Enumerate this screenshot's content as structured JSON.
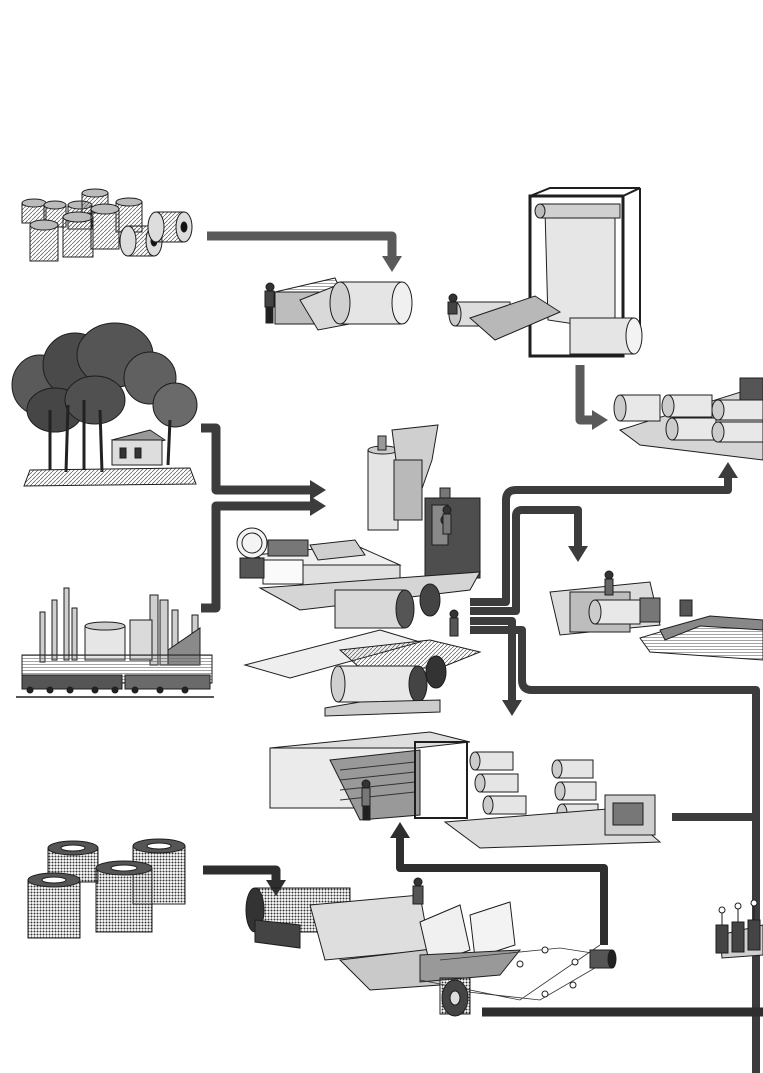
{
  "diagram": {
    "kind": "industrial process flow illustration (tire manufacturing)",
    "palette": {
      "background": "#ffffff",
      "arrow": "#5a5a5a",
      "arrow_dark": "#333333",
      "ink": "#1e1e1e",
      "fill_light": "#d9d9d9",
      "fill_mid": "#a9a9a9",
      "fill_dark": "#6a6a6a",
      "foliage": "#4f4f4f"
    },
    "nodes": [
      {
        "id": "textile-cord-spools",
        "icon": "spools-icon"
      },
      {
        "id": "textile-cord-winding",
        "icon": "cord-winding-icon"
      },
      {
        "id": "fabric-calender-frame",
        "icon": "calender-frame-icon"
      },
      {
        "id": "rubber-plantation",
        "icon": "rubber-tree-icon"
      },
      {
        "id": "petrochemical-plant",
        "icon": "refinery-icon"
      },
      {
        "id": "rubber-mixing-plant",
        "icon": "mixer-plant-icon"
      },
      {
        "id": "ply-cutting-rollers",
        "icon": "roller-bank-icon"
      },
      {
        "id": "tread-extrusion-line",
        "icon": "extruder-icon"
      },
      {
        "id": "bead-wire-rack",
        "icon": "creel-rack-icon"
      },
      {
        "id": "steel-wire-coils",
        "icon": "wire-coils-icon"
      },
      {
        "id": "steel-cord-calender",
        "icon": "wire-calender-icon"
      },
      {
        "id": "bead-spoolers",
        "icon": "bead-spoolers-icon"
      }
    ],
    "flows": [
      {
        "from": "textile-cord-spools",
        "to": "textile-cord-winding"
      },
      {
        "from": "fabric-calender-frame",
        "to": "ply-cutting-rollers"
      },
      {
        "from": "rubber-plantation",
        "to": "rubber-mixing-plant"
      },
      {
        "from": "petrochemical-plant",
        "to": "rubber-mixing-plant"
      },
      {
        "from": "rubber-mixing-plant",
        "to": "ply-cutting-rollers"
      },
      {
        "from": "rubber-mixing-plant",
        "to": "tread-extrusion-line"
      },
      {
        "from": "rubber-mixing-plant",
        "to": "bead-wire-rack"
      },
      {
        "from": "rubber-mixing-plant",
        "to": "bead-spoolers"
      },
      {
        "from": "steel-wire-coils",
        "to": "steel-cord-calender"
      },
      {
        "from": "steel-cord-calender",
        "to": "bead-wire-rack"
      }
    ]
  }
}
